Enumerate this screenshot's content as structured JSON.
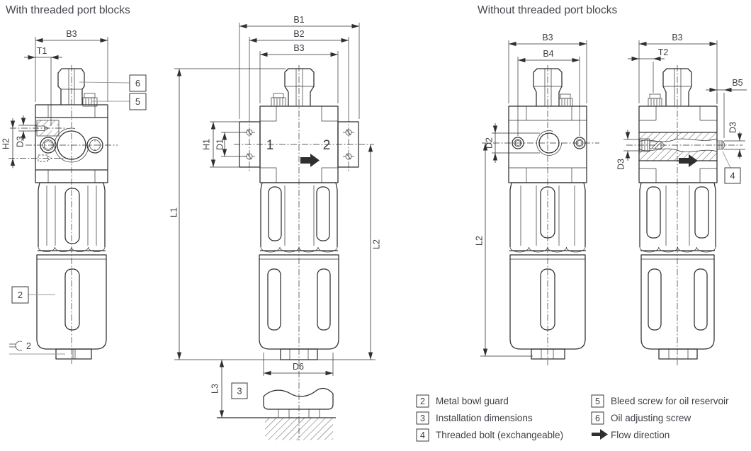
{
  "titles": {
    "with_blocks": "With threaded port blocks",
    "without_blocks": "Without threaded port blocks"
  },
  "views": {
    "side_with_blocks": {
      "b3": "B3",
      "t1": "T1",
      "h2": "H2",
      "d3": "D3",
      "callout_oil_adjust": "6",
      "callout_bleed": "5",
      "callout_bowl_guard": "2",
      "wrench_size": "2"
    },
    "front_with_blocks": {
      "b1": "B1",
      "b2": "B2",
      "b3": "B3",
      "h1": "H1",
      "d1": "D1",
      "l1": "L1",
      "l2": "L2",
      "l3": "L3",
      "d6": "D6",
      "port_1": "1",
      "port_2": "2",
      "callout_install": "3"
    },
    "front_without_blocks": {
      "b3": "B3",
      "b4": "B4",
      "d2": "D2",
      "l2": "L2"
    },
    "side_without_blocks": {
      "b3": "B3",
      "t2": "T2",
      "b5": "B5",
      "d3_left": "D3",
      "d3_right": "D3",
      "callout_bolt": "4"
    }
  },
  "legend": {
    "items": [
      {
        "key": "2",
        "label": "Metal bowl guard"
      },
      {
        "key": "3",
        "label": "Installation dimensions"
      },
      {
        "key": "4",
        "label": "Threaded bolt (exchangeable)"
      },
      {
        "key": "5",
        "label": "Bleed screw for oil reservoir"
      },
      {
        "key": "6",
        "label": "Oil adjusting screw"
      },
      {
        "key": "flow",
        "label": "Flow direction"
      }
    ]
  },
  "colors": {
    "line": "#2f2f32",
    "text": "#3e3f44",
    "title": "#46474f",
    "leader": "#9b9b9b"
  }
}
